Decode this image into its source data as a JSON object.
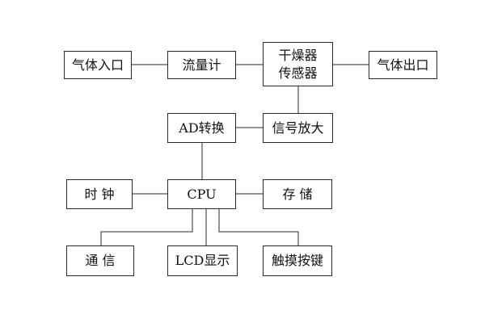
{
  "diagram": {
    "nodes": {
      "gas_inlet": "气体入口",
      "flowmeter": "流量计",
      "dryer_sensor": "干燥器\n传感器",
      "gas_outlet": "气体出口",
      "ad_convert": "AD转换",
      "signal_amp": "信号放大",
      "clock": "时  钟",
      "cpu": "CPU",
      "storage": "存  储",
      "comm": "通  信",
      "lcd_display": "LCD显示",
      "touch_keys": "触摸按键"
    },
    "colors": {
      "line": "#2a2a2a",
      "text": "#111111",
      "background": "#ffffff"
    }
  }
}
